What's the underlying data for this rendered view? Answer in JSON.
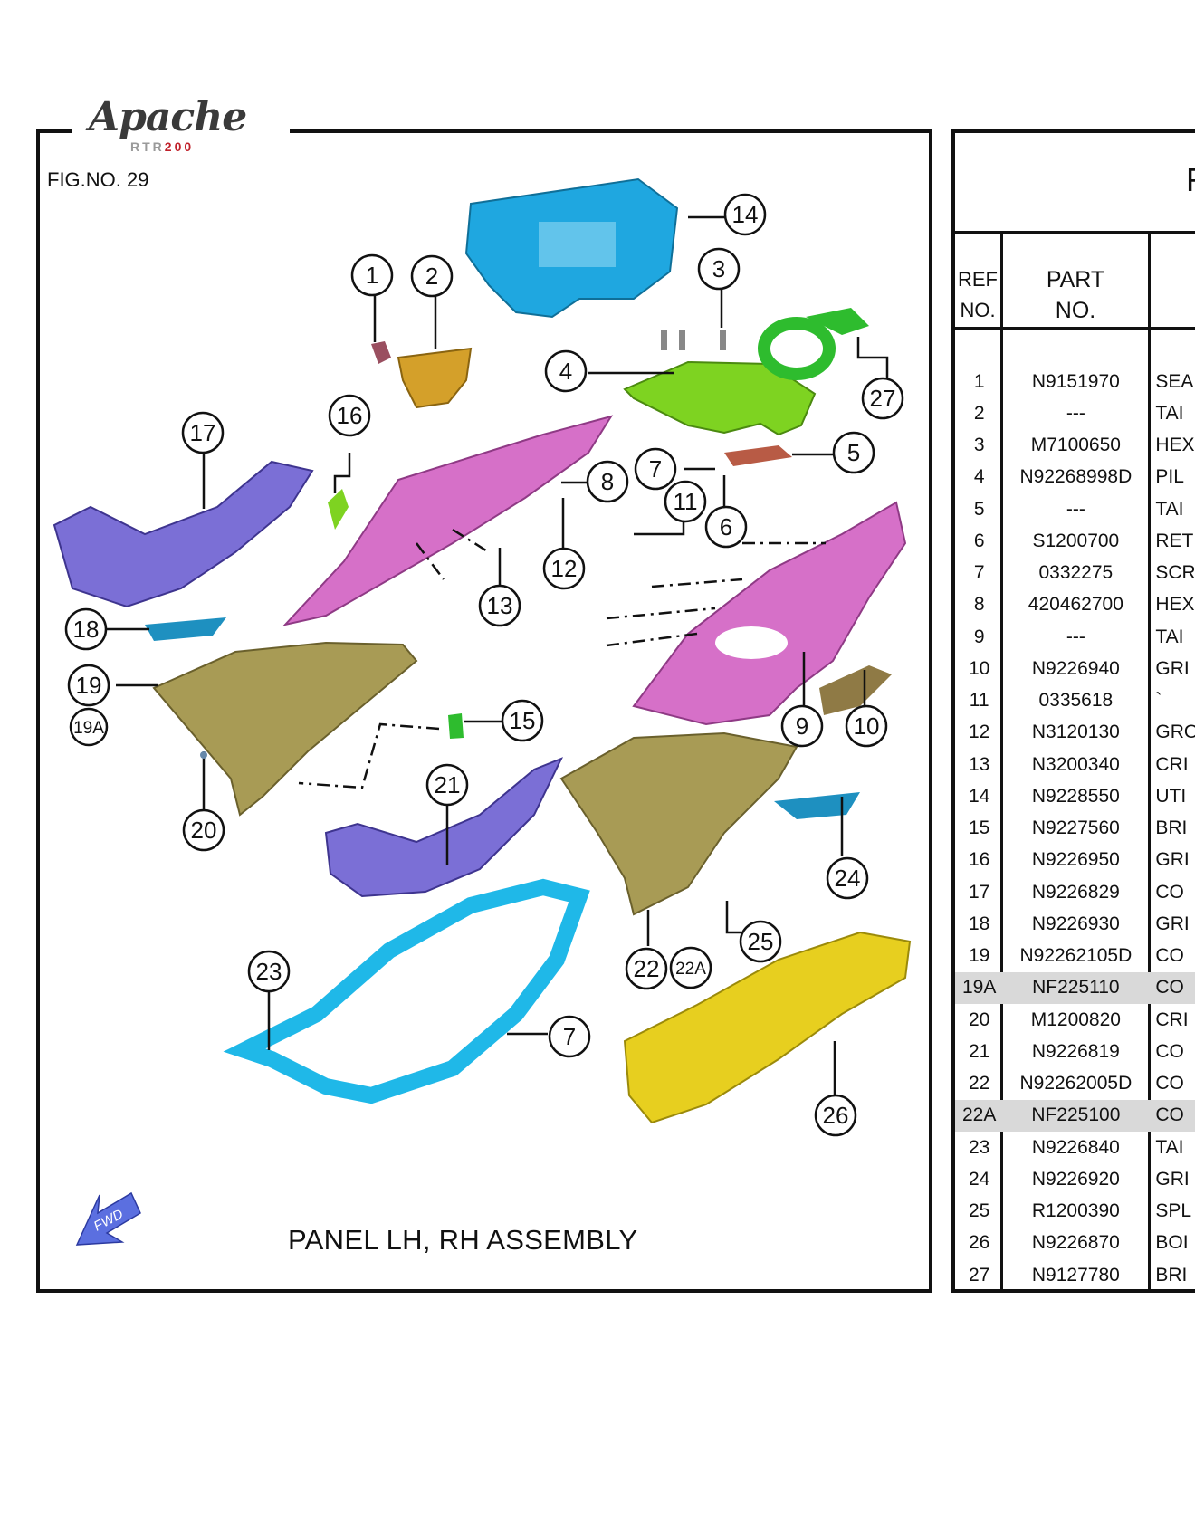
{
  "logo": {
    "brand": "Apache",
    "model_prefix": "RTR",
    "model_suffix": "200"
  },
  "figure": {
    "number_label": "FIG.NO. 29",
    "caption": "PANEL LH, RH ASSEMBLY",
    "fwd_label": "FWD"
  },
  "callouts": [
    "1",
    "2",
    "3",
    "4",
    "5",
    "6",
    "7",
    "8",
    "9",
    "10",
    "11",
    "12",
    "13",
    "14",
    "15",
    "16",
    "17",
    "18",
    "19",
    "19A",
    "20",
    "21",
    "22",
    "22A",
    "23",
    "24",
    "25",
    "26",
    "27"
  ],
  "part_colors": {
    "seat_cover": "#1fa7e0",
    "bracket": "#7ed321",
    "tail_cover": "#d670c8",
    "side_cover": "#7b6fd6",
    "panel": "#a89b55",
    "grill": "#1e90c0",
    "fender": "#e7cf1f",
    "tail_plate": "#d4a02a",
    "pillion_small": "#b85b45"
  },
  "table": {
    "title_fragment": "F",
    "headers": {
      "ref": [
        "REF",
        "NO."
      ],
      "part": [
        "PART",
        "NO."
      ]
    },
    "rows": [
      {
        "ref": "1",
        "part_no": "N9151970",
        "desc": "SEA"
      },
      {
        "ref": "2",
        "part_no": "---",
        "desc": "TAI"
      },
      {
        "ref": "3",
        "part_no": "M7100650",
        "desc": "HEX"
      },
      {
        "ref": "4",
        "part_no": "N92268998D",
        "desc": "PIL"
      },
      {
        "ref": "5",
        "part_no": "---",
        "desc": "TAI"
      },
      {
        "ref": "6",
        "part_no": "S1200700",
        "desc": "RET"
      },
      {
        "ref": "7",
        "part_no": "0332275",
        "desc": "SCR"
      },
      {
        "ref": "8",
        "part_no": "420462700",
        "desc": "HEX"
      },
      {
        "ref": "9",
        "part_no": "---",
        "desc": "TAI"
      },
      {
        "ref": "10",
        "part_no": "N9226940",
        "desc": "GRI"
      },
      {
        "ref": "11",
        "part_no": "0335618",
        "desc": "`"
      },
      {
        "ref": "12",
        "part_no": "N3120130",
        "desc": "GRO"
      },
      {
        "ref": "13",
        "part_no": "N3200340",
        "desc": "CRI"
      },
      {
        "ref": "14",
        "part_no": "N9228550",
        "desc": "UTI"
      },
      {
        "ref": "15",
        "part_no": "N9227560",
        "desc": "BRI"
      },
      {
        "ref": "16",
        "part_no": "N9226950",
        "desc": "GRI"
      },
      {
        "ref": "17",
        "part_no": "N9226829",
        "desc": "CO"
      },
      {
        "ref": "18",
        "part_no": "N9226930",
        "desc": "GRI"
      },
      {
        "ref": "19",
        "part_no": "N92262105D",
        "desc": "CO"
      },
      {
        "ref": "19A",
        "part_no": "NF225110",
        "desc": "CO"
      },
      {
        "ref": "20",
        "part_no": "M1200820",
        "desc": "CRI"
      },
      {
        "ref": "21",
        "part_no": "N9226819",
        "desc": "CO"
      },
      {
        "ref": "22",
        "part_no": "N92262005D",
        "desc": "CO"
      },
      {
        "ref": "22A",
        "part_no": "NF225100",
        "desc": "CO"
      },
      {
        "ref": "23",
        "part_no": "N9226840",
        "desc": "TAI"
      },
      {
        "ref": "24",
        "part_no": "N9226920",
        "desc": "GRI"
      },
      {
        "ref": "25",
        "part_no": "R1200390",
        "desc": "SPL"
      },
      {
        "ref": "26",
        "part_no": "N9226870",
        "desc": "BOI"
      },
      {
        "ref": "27",
        "part_no": "N9127780",
        "desc": "BRI"
      }
    ],
    "highlighted_refs": [
      "19A",
      "22A"
    ],
    "highlight_color": "#d9d9d9"
  }
}
